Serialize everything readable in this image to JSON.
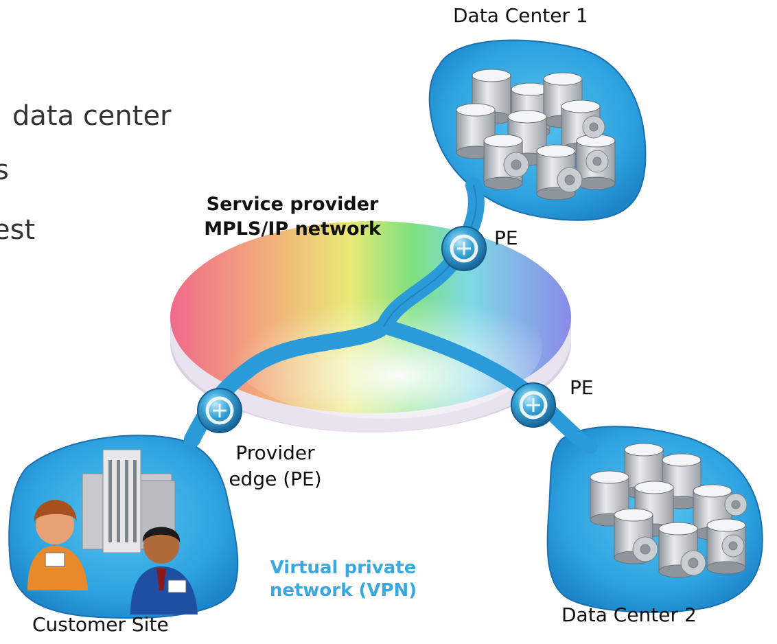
{
  "slide": {
    "bullet_fragments": [
      "data center",
      "s",
      "est"
    ]
  },
  "diagram": {
    "data_center_1": "Data Center 1",
    "data_center_2": "Data Center 2",
    "customer_site": "Customer Site",
    "network_line1": "Service provider",
    "network_line2": "MPLS/IP network",
    "pe_top": "PE",
    "pe_right": "PE",
    "provider_edge_line1": "Provider",
    "provider_edge_line2": "edge (PE)",
    "vpn_line1": "Virtual private",
    "vpn_line2": "network (VPN)"
  },
  "colors": {
    "cloud_blue": "#2a9ad8",
    "cloud_edge": "#1a6fb0",
    "vpn_text": "#3aa9e0",
    "pe_node": "#2c8fc9"
  },
  "icons": [
    "database-gear-icon",
    "router-icon",
    "office-people-icon",
    "network-disc-icon"
  ]
}
